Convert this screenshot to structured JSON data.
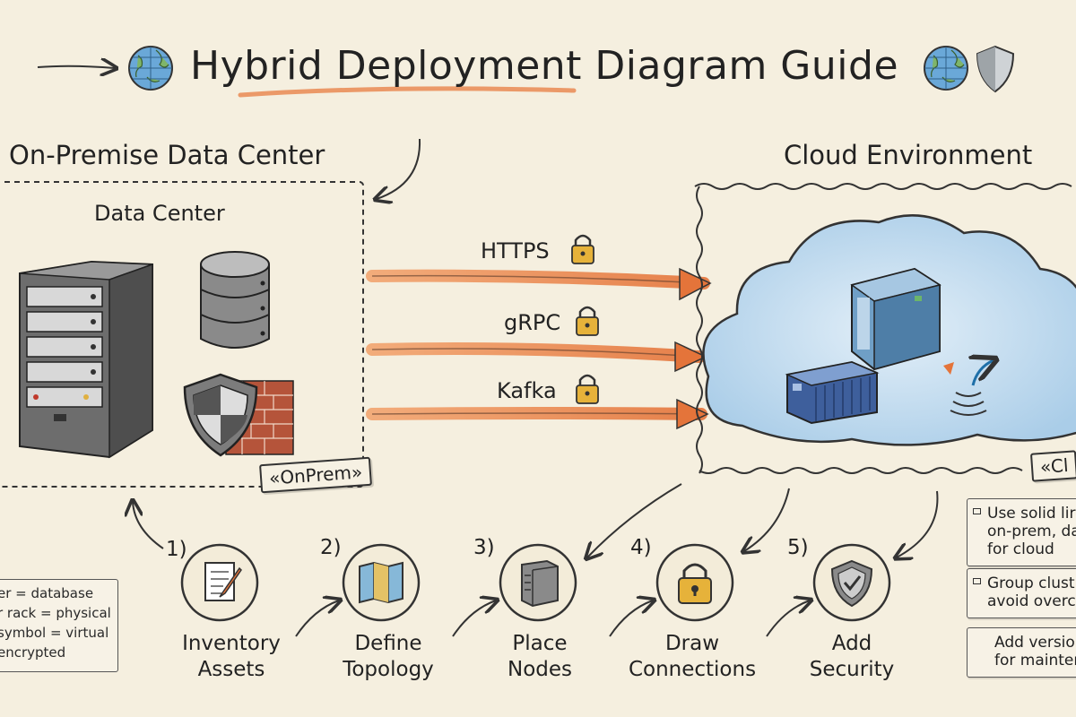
{
  "title": "Hybrid Deployment Diagram Guide",
  "onprem": {
    "section_label": "On-Premise Data Center",
    "box_label": "Data Center",
    "stereotype": "«OnPrem»"
  },
  "cloud": {
    "section_label": "Cloud Environment",
    "stereotype": "«Cl"
  },
  "connections": [
    {
      "label": "HTTPS"
    },
    {
      "label": "gRPC"
    },
    {
      "label": "Kafka"
    }
  ],
  "steps": [
    {
      "number": "1)",
      "label_line1": "Inventory",
      "label_line2": "Assets",
      "icon": "checklist-icon"
    },
    {
      "number": "2)",
      "label_line1": "Define",
      "label_line2": "Topology",
      "icon": "map-icon"
    },
    {
      "number": "3)",
      "label_line1": "Place",
      "label_line2": "Nodes",
      "icon": "server-icon"
    },
    {
      "number": "4)",
      "label_line1": "Draw",
      "label_line2": "Connections",
      "icon": "padlock-icon"
    },
    {
      "number": "5)",
      "label_line1": "Add",
      "label_line2": "Security",
      "icon": "shield-check-icon"
    }
  ],
  "legend": {
    "lines": [
      "er = database",
      "r rack = physical",
      "symbol = virtual",
      "encrypted"
    ]
  },
  "tips": [
    {
      "lines": [
        "Use solid lir",
        "on-prem, da",
        "for cloud"
      ]
    },
    {
      "lines": [
        "Group clust",
        "avoid overc"
      ]
    },
    {
      "lines": [
        "Add versior",
        "for mainter"
      ]
    }
  ],
  "colors": {
    "background": "#f5efdf",
    "arrow_orange": "#e8834a",
    "cloud_blue": "#bcd9ee",
    "lock_gold": "#e6b23a"
  }
}
